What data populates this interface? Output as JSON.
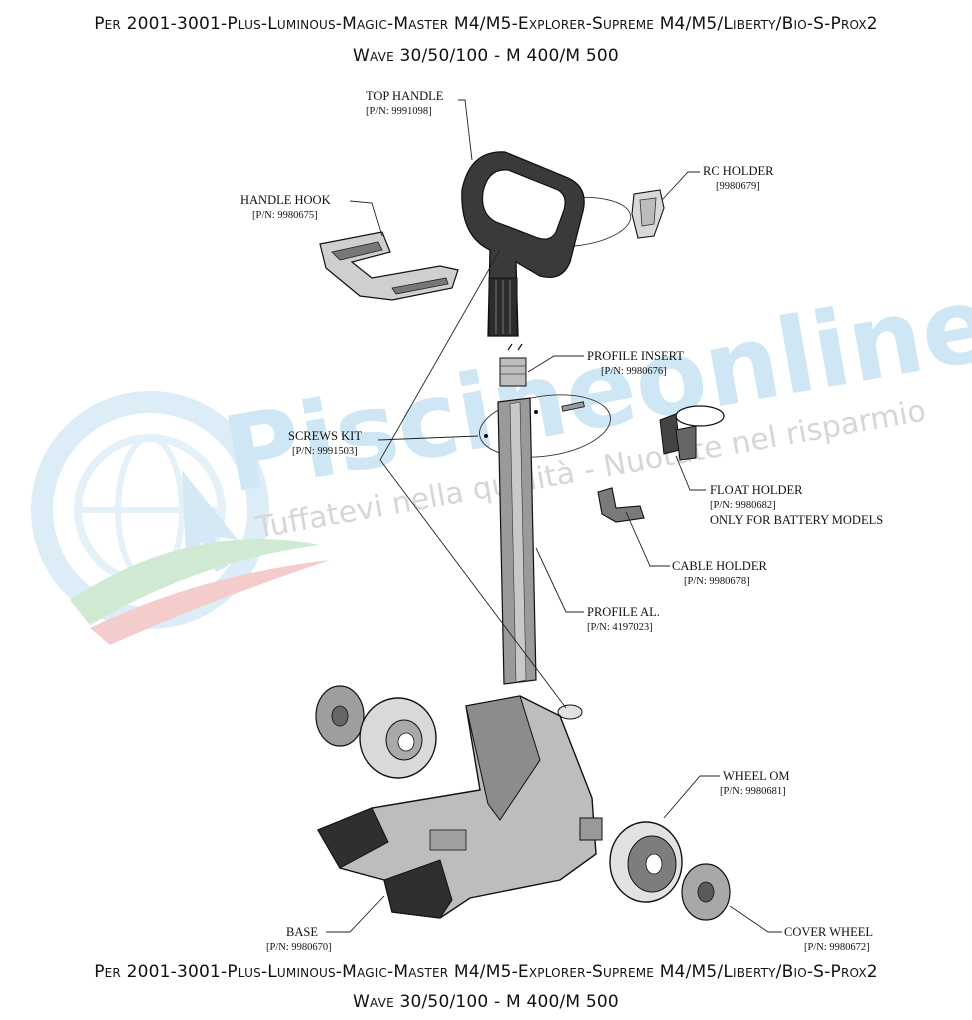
{
  "header": {
    "line1": "Per 2001-3001-Plus-Luminous-Magic-Master M4/M5-Explorer-Supreme M4/M5/Liberty/Bio-S-Prox2",
    "line2": "Wave 30/50/100 - M 400/M 500"
  },
  "footer": {
    "line1": "Per 2001-3001-Plus-Luminous-Magic-Master M4/M5-Explorer-Supreme M4/M5/Liberty/Bio-S-Prox2",
    "line2": "Wave 30/50/100 - M 400/M 500"
  },
  "watermark": {
    "brand": "Piscineonline.it",
    "tagline": "Tuffatevi nella qualità - Nuotate nel risparmio",
    "colors": {
      "blue": "#cfe6f5",
      "green": "#cfe9d2",
      "red": "#f5cccc"
    }
  },
  "parts": {
    "top_handle": {
      "name": "TOP HANDLE",
      "pn": "[P/N: 9991098]"
    },
    "rc_holder": {
      "name": "RC HOLDER",
      "pn": "[9980679]"
    },
    "handle_hook": {
      "name": "HANDLE HOOK",
      "pn": "[P/N: 9980675]"
    },
    "profile_insert": {
      "name": "PROFILE INSERT",
      "pn": "[P/N: 9980676]"
    },
    "screws_kit": {
      "name": "SCREWS KIT",
      "pn": "[P/N: 9991503]"
    },
    "float_holder": {
      "name": "FLOAT HOLDER",
      "pn": "[P/N: 9980682]",
      "note": "ONLY FOR BATTERY MODELS"
    },
    "cable_holder": {
      "name": "CABLE HOLDER",
      "pn": "[P/N: 9980678]"
    },
    "profile_al": {
      "name": "PROFILE AL.",
      "pn": "[P/N: 4197023]"
    },
    "wheel_om": {
      "name": "WHEEL OM",
      "pn": "[P/N: 9980681]"
    },
    "base": {
      "name": "BASE",
      "pn": "[P/N: 9980670]"
    },
    "cover_wheel": {
      "name": "COVER WHEEL",
      "pn": "[P/N: 9980672]"
    }
  }
}
